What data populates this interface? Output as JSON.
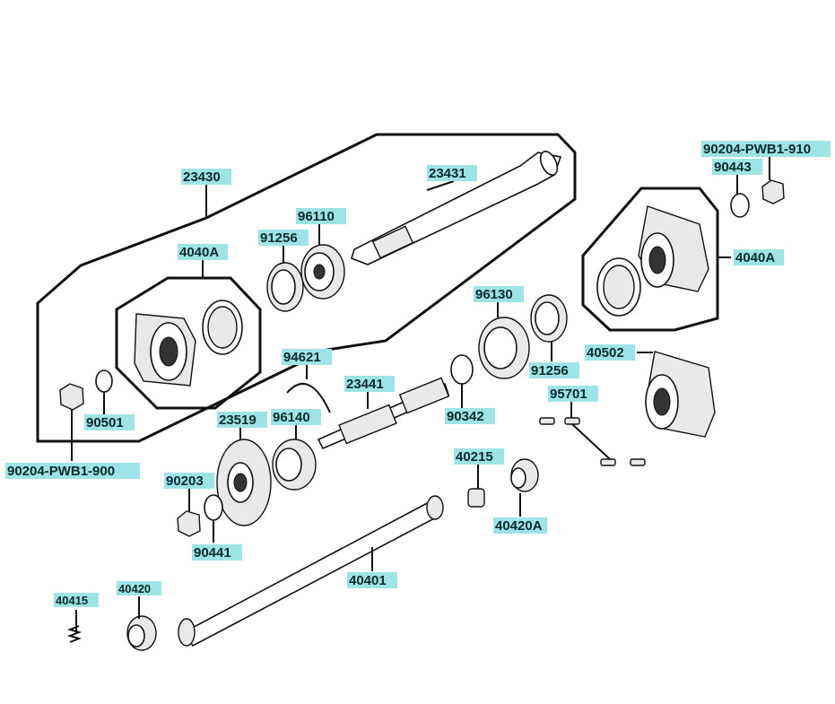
{
  "colors": {
    "label_bg": "#9ee3e6",
    "label_text": "#0a2a2c",
    "line": "#111111"
  },
  "parts": {
    "p23430": "23430",
    "p23431": "23431",
    "p96110": "96110",
    "p91256a": "91256",
    "p4040A_left": "4040A",
    "p90501": "90501",
    "p90204_900": "90204-PWB1-900",
    "p94621": "94621",
    "p23441": "23441",
    "p23519": "23519",
    "p96140": "96140",
    "p90203": "90203",
    "p90441": "90441",
    "p96130": "96130",
    "p91256b": "91256",
    "p90342": "90342",
    "p90204_910": "90204-PWB1-910",
    "p90443": "90443",
    "p4040A_right": "4040A",
    "p40502": "40502",
    "p95701": "95701",
    "p40215": "40215",
    "p40420A": "40420A",
    "p40401": "40401",
    "p40415": "40415",
    "p40420": "40420"
  }
}
